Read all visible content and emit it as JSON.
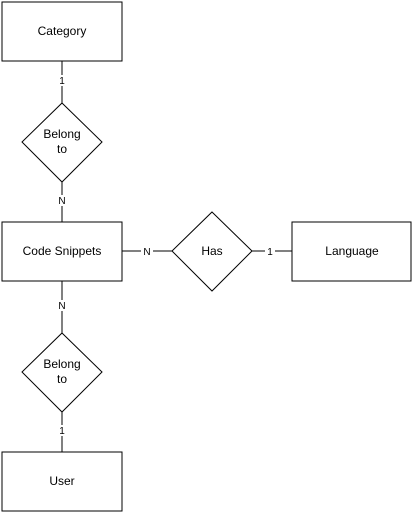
{
  "entities": {
    "category": "Category",
    "code_snippets": "Code Snippets",
    "language": "Language",
    "user": "User"
  },
  "relationships": {
    "belong_to_top": [
      "Belong",
      "to"
    ],
    "has": "Has",
    "belong_to_bottom": [
      "Belong",
      "to"
    ]
  },
  "cardinalities": {
    "category_side": "1",
    "snippets_top_side": "N",
    "snippets_right_side": "N",
    "language_side": "1",
    "snippets_bottom_side": "N",
    "user_side": "1"
  }
}
